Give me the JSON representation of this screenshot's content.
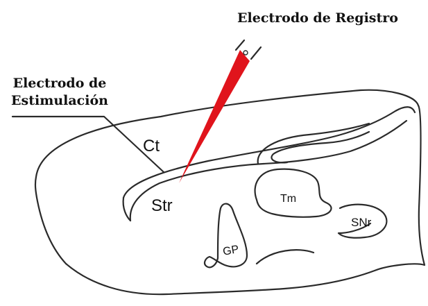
{
  "labels": {
    "recording_electrode": "Electrodo de Registro",
    "stimulation_electrode_line1": "Electrodo de",
    "stimulation_electrode_line2": "Estimulación",
    "cortex": "Ct",
    "striatum": "Str",
    "thalamus": "Tm",
    "substantia_nigra": "SNr",
    "globus_pallidus": "GP"
  },
  "colors": {
    "electrode": "#e0141c",
    "outline": "#2a2a2a",
    "text": "#111111",
    "background": "#ffffff"
  }
}
